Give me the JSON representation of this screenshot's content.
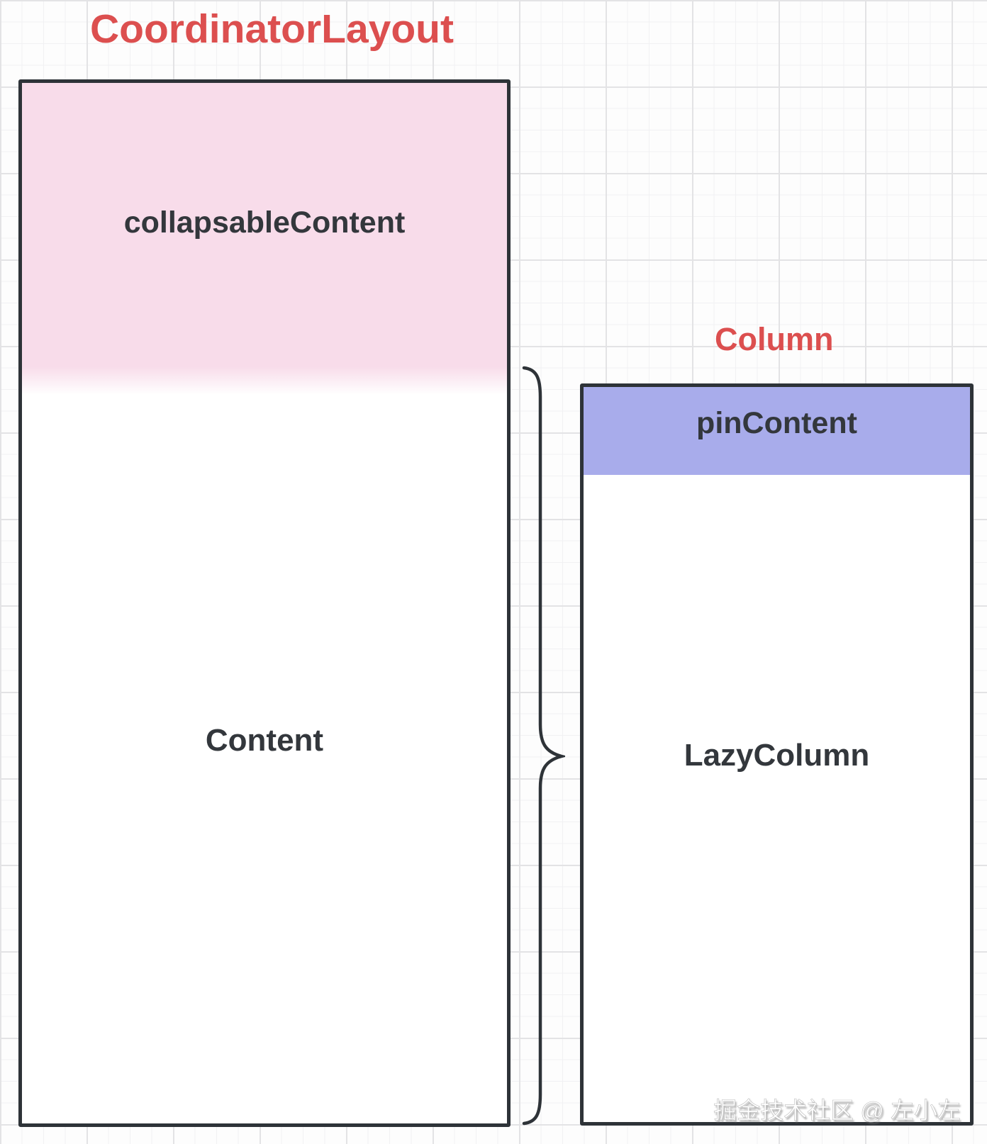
{
  "titles": {
    "coordinator_layout": "CoordinatorLayout",
    "column": "Column"
  },
  "coordinator_box": {
    "collapsable_label": "collapsableContent",
    "content_label": "Content"
  },
  "column_box": {
    "pin_label": "pinContent",
    "lazy_label": "LazyColumn"
  },
  "watermark": "掘金技术社区 @ 左小左",
  "colors": {
    "title_red": "#dc4f4f",
    "pink": "#f8dcea",
    "purple": "#a8aceb",
    "border_dark": "#2e3338",
    "text_dark": "#33373c",
    "grid_minor": "#f1f1f3",
    "grid_major": "#e3e3e5"
  }
}
